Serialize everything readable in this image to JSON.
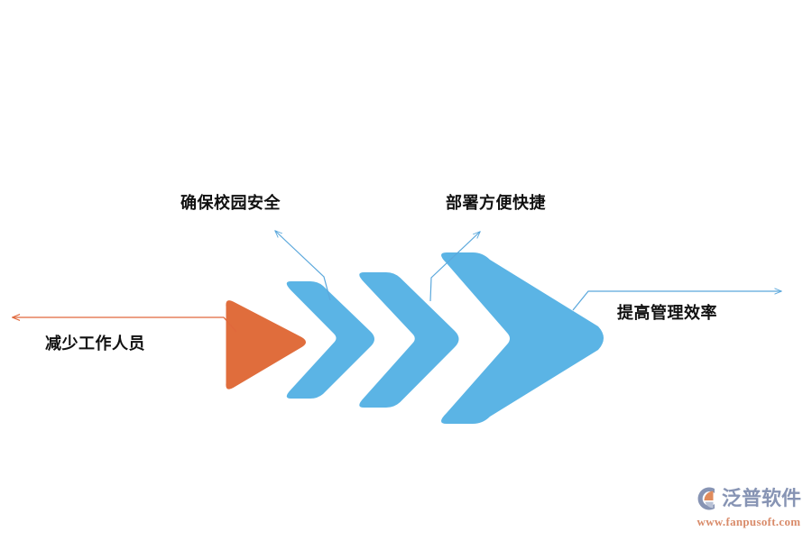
{
  "diagram": {
    "type": "chevron-process-flow",
    "background_color": "#ffffff",
    "colors": {
      "accent_orange": "#E06D3C",
      "accent_blue": "#5BB4E5",
      "callout_line_blue": "#5BA8DC",
      "callout_line_orange": "#E0683C",
      "label_text": "#111111"
    },
    "shapes": [
      {
        "name": "orange-triangle",
        "order": 1,
        "color": "#E06D3C"
      },
      {
        "name": "blue-chevron-small",
        "order": 2,
        "color": "#5BB4E5"
      },
      {
        "name": "blue-chevron-medium",
        "order": 3,
        "color": "#5BB4E5"
      },
      {
        "name": "blue-chevron-large",
        "order": 4,
        "color": "#5BB4E5"
      }
    ],
    "callouts": [
      {
        "id": "staff",
        "label": "减少工作人员",
        "direction": "left",
        "line_color": "#E0683C",
        "source_shape": "orange-triangle"
      },
      {
        "id": "safety",
        "label": "确保校园安全",
        "direction": "up-left",
        "line_color": "#5BA8DC",
        "source_shape": "blue-chevron-small"
      },
      {
        "id": "deploy",
        "label": "部署方便快捷",
        "direction": "up-right",
        "line_color": "#5BA8DC",
        "source_shape": "blue-chevron-medium"
      },
      {
        "id": "efficiency",
        "label": "提高管理效率",
        "direction": "right",
        "line_color": "#5BA8DC",
        "source_shape": "blue-chevron-large"
      }
    ]
  },
  "watermark": {
    "company": "泛普软件",
    "url": "www.fanpusoft.com",
    "mark_icon": "fanpu-crescent-logo-icon",
    "text_color": "#8794b4",
    "url_color": "#d98b6a"
  }
}
